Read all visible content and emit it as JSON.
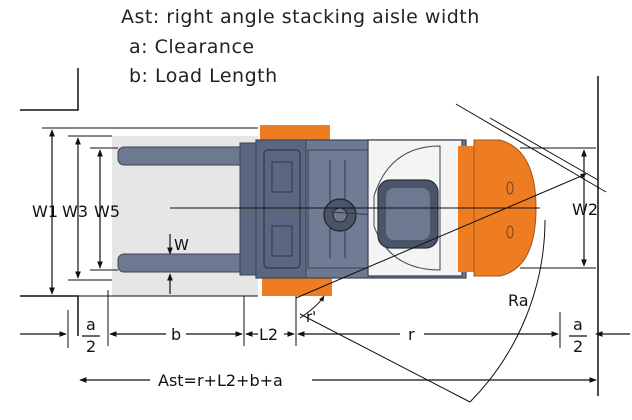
{
  "legend": {
    "ast": "Ast: right angle stacking aisle width",
    "a": "a: Clearance",
    "b": "b:  Load Length"
  },
  "labels": {
    "w1": "W1",
    "w3": "W3",
    "w5": "W5",
    "w": "W",
    "w2": "W2",
    "ra": "Ra",
    "r_prime": "r'",
    "a_num": "a",
    "a_den": "2",
    "b": "b",
    "l2": "L2",
    "r": "r",
    "ast": "Ast=r+L2+b+a"
  },
  "colors": {
    "orange": "#ee7d22",
    "body_gray": "#6c7991",
    "dark_gray": "#4b5568",
    "load": "#e6e6e6",
    "line": "#111111"
  }
}
